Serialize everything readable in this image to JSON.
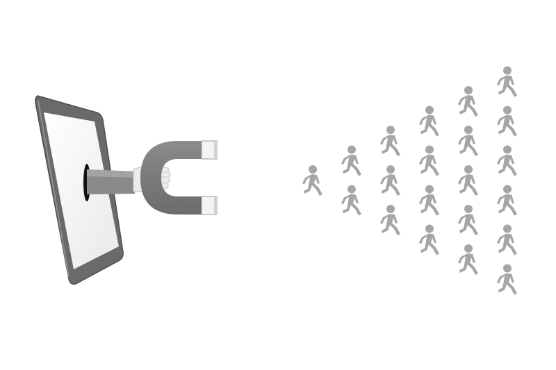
{
  "scene": {
    "background": "#ffffff",
    "objects": [
      {
        "name": "tablet-icon",
        "color": "#6e6e6e",
        "screen_color": "#f3f3f3"
      },
      {
        "name": "thumbs-up-hand-icon",
        "color": "#ededed",
        "sleeve_color": "#8a8a8a"
      },
      {
        "name": "magnet-icon",
        "color": "#7d7d7d",
        "tip_color": "#f4f4f4"
      }
    ],
    "crowd": {
      "icon": "running-person-icon",
      "color": "#a6a6a6",
      "arrangement": "fan",
      "columns": [
        1,
        2,
        3,
        4,
        5,
        6
      ]
    }
  }
}
